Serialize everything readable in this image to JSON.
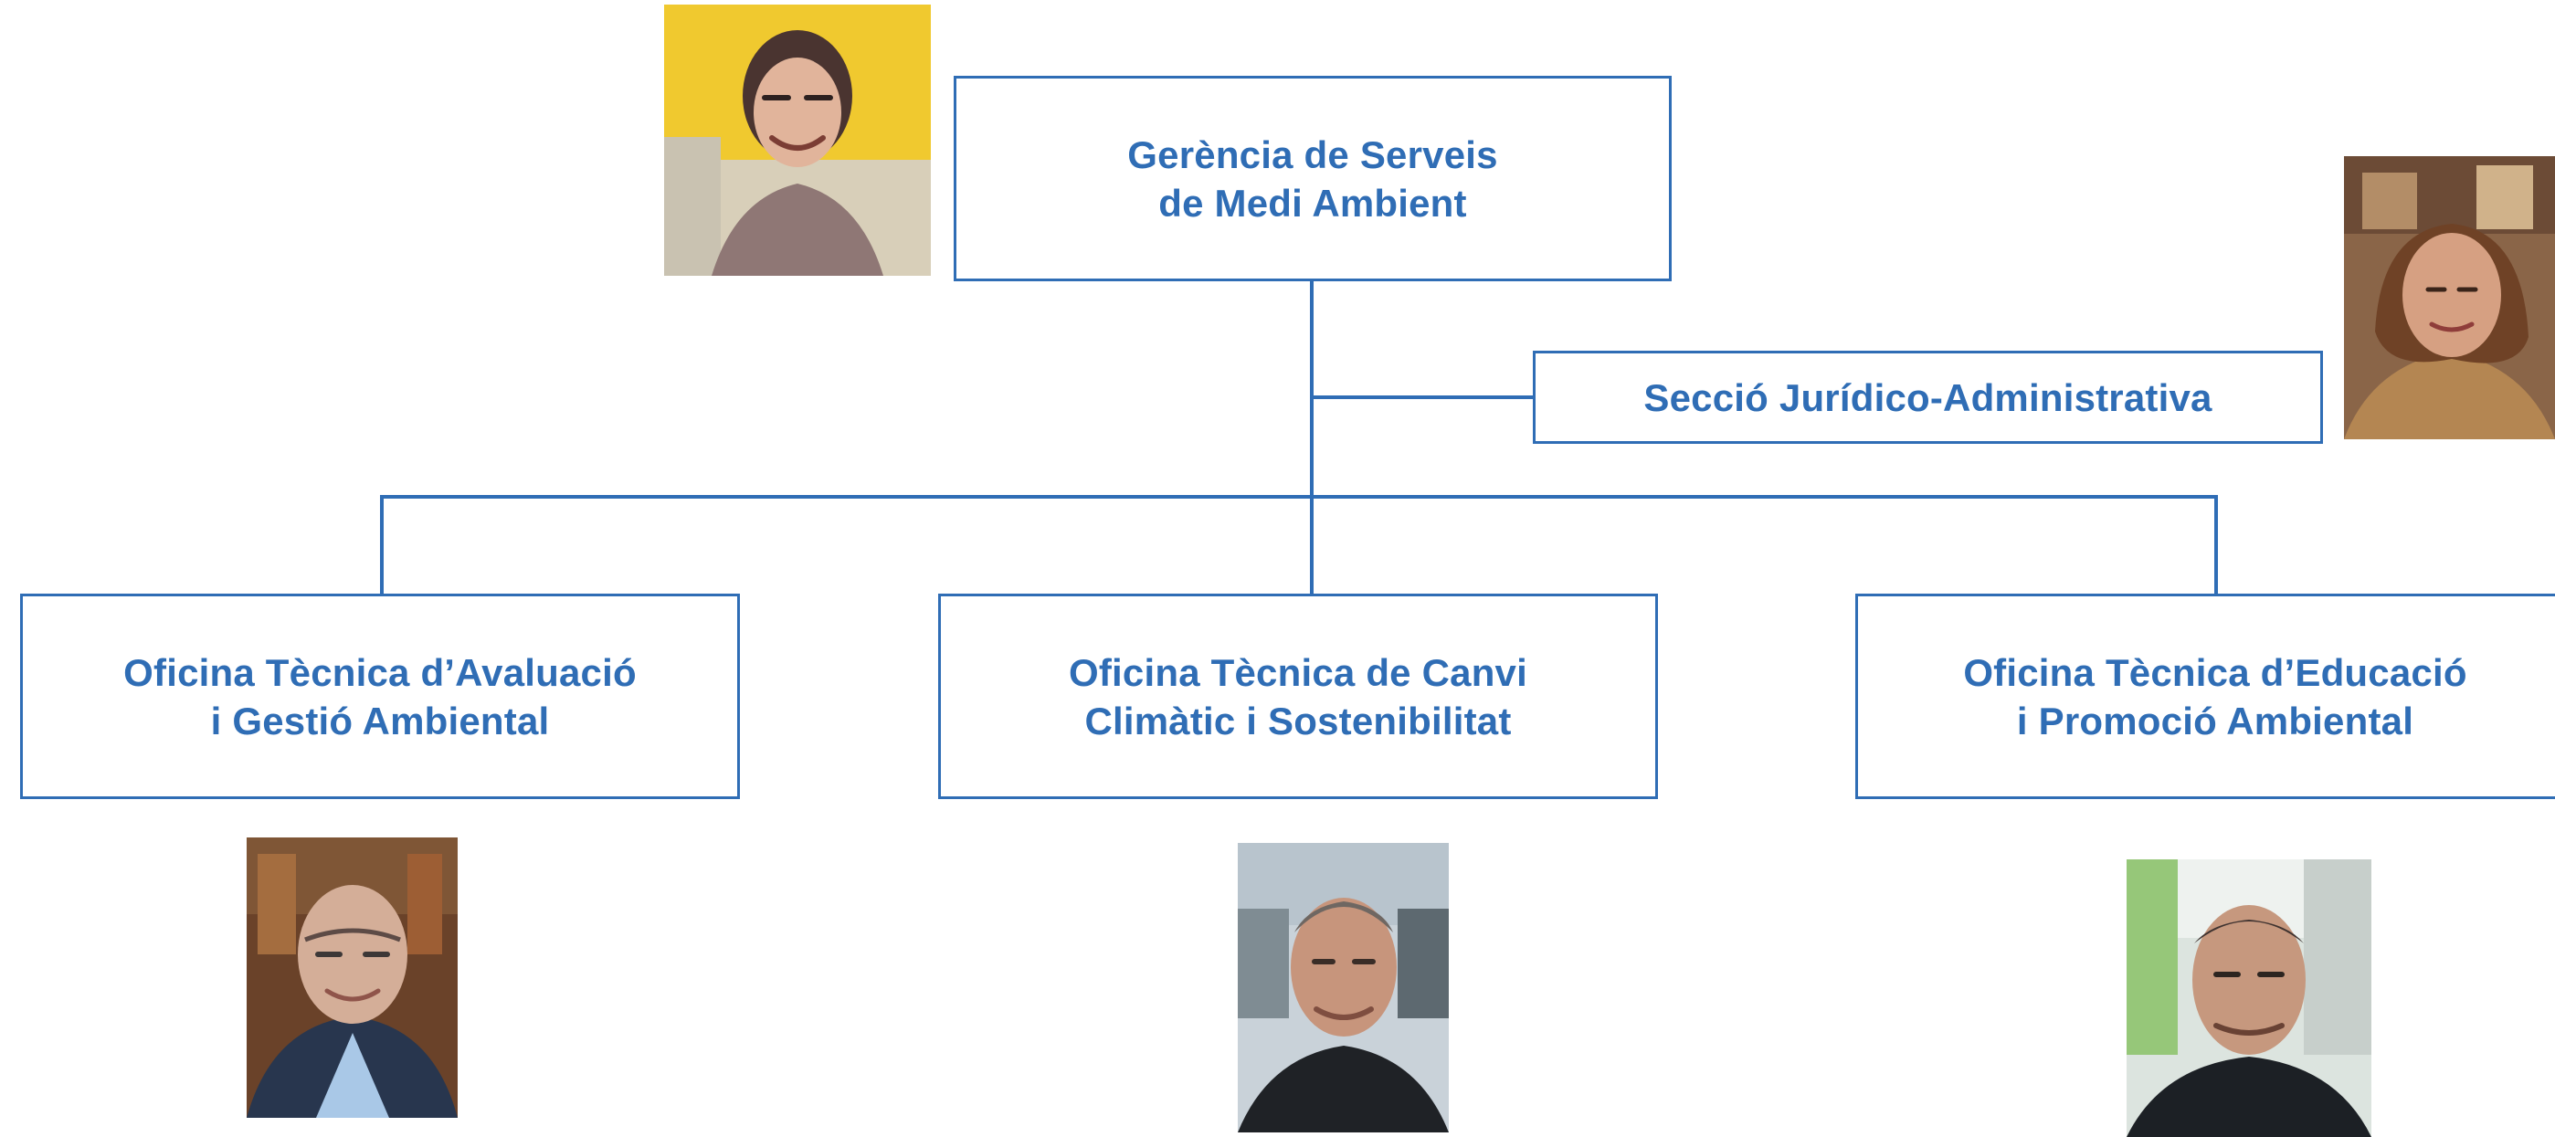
{
  "colors": {
    "accent": "#2f6db5",
    "background": "#ffffff"
  },
  "org_chart": {
    "root": {
      "line1": "Gerència de Serveis",
      "line2": "de Medi Ambient"
    },
    "staff_unit": {
      "label": "Secció Jurídico-Administrativa"
    },
    "offices": [
      {
        "line1": "Oficina Tècnica d’Avaluació",
        "line2": "i Gestió Ambiental"
      },
      {
        "line1": "Oficina Tècnica de Canvi",
        "line2": "Climàtic i Sostenibilitat"
      },
      {
        "line1": "Oficina Tècnica d’Educació",
        "line2": "i Promoció Ambiental"
      }
    ]
  }
}
